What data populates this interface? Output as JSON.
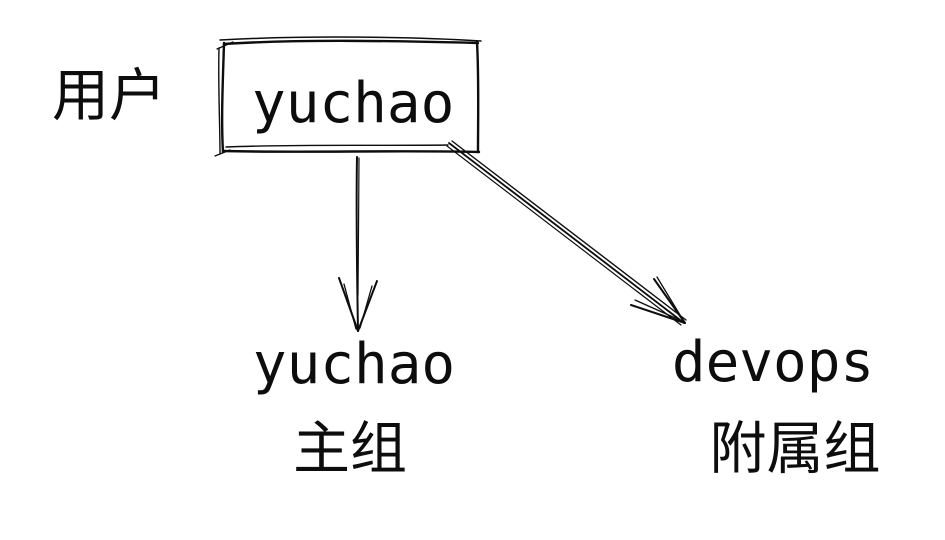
{
  "colors": {
    "ink": "#0d0d0d",
    "background": "#ffffff"
  },
  "diagram": {
    "title_hint": "user-to-groups relationship sketch",
    "user": {
      "label": "用户",
      "node_name": "yuchao"
    },
    "groups": [
      {
        "name": "yuchao",
        "type_label": "主组"
      },
      {
        "name": "devops",
        "type_label": "附属组"
      }
    ]
  }
}
